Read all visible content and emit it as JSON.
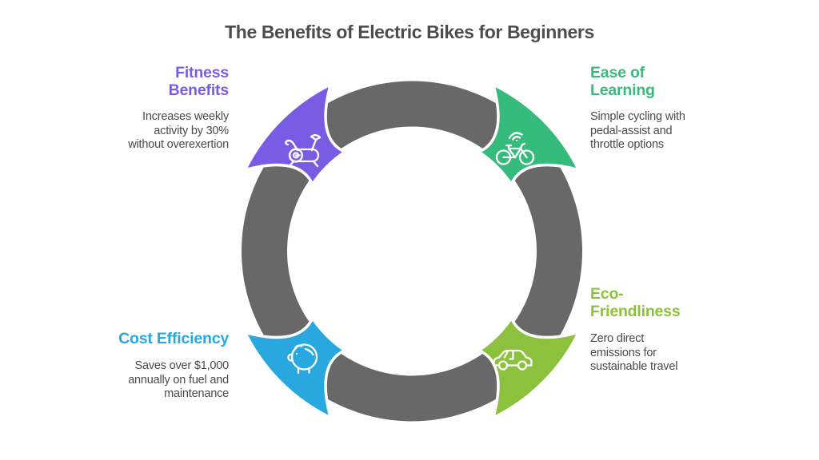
{
  "title": {
    "text": "The Benefits of Electric Bikes for Beginners",
    "color": "#4d4d4d"
  },
  "text_color": "#4a4a4a",
  "diagram": {
    "ring_color": "#686868",
    "segment_outline": "#ffffff",
    "icon_color": "#ffffff"
  },
  "sections": [
    {
      "id": "fitness-benefits",
      "position": "top-left",
      "heading_lines": [
        "Fitness",
        "Benefits"
      ],
      "body_lines": [
        "Increases weekly",
        "activity by 30%",
        "without overexertion"
      ],
      "color": "#7a5ce4",
      "icon": "exercise-bike-icon"
    },
    {
      "id": "ease-of-learning",
      "position": "top-right",
      "heading_lines": [
        "Ease of",
        "Learning"
      ],
      "body_lines": [
        "Simple cycling with",
        "pedal-assist and",
        "throttle options"
      ],
      "color": "#35bb7b",
      "icon": "connected-bicycle-icon"
    },
    {
      "id": "cost-efficiency",
      "position": "bottom-left",
      "heading_lines": [
        "Cost Efficiency"
      ],
      "body_lines": [
        "Saves over $1,000",
        "annually on fuel and",
        "maintenance"
      ],
      "color": "#29a8e0",
      "icon": "piggy-bank-icon"
    },
    {
      "id": "eco-friendliness",
      "position": "bottom-right",
      "heading_lines": [
        "Eco-",
        "Friendliness"
      ],
      "body_lines": [
        "Zero direct",
        "emissions for",
        "sustainable travel"
      ],
      "color": "#8cc13e",
      "icon": "car-icon"
    }
  ]
}
